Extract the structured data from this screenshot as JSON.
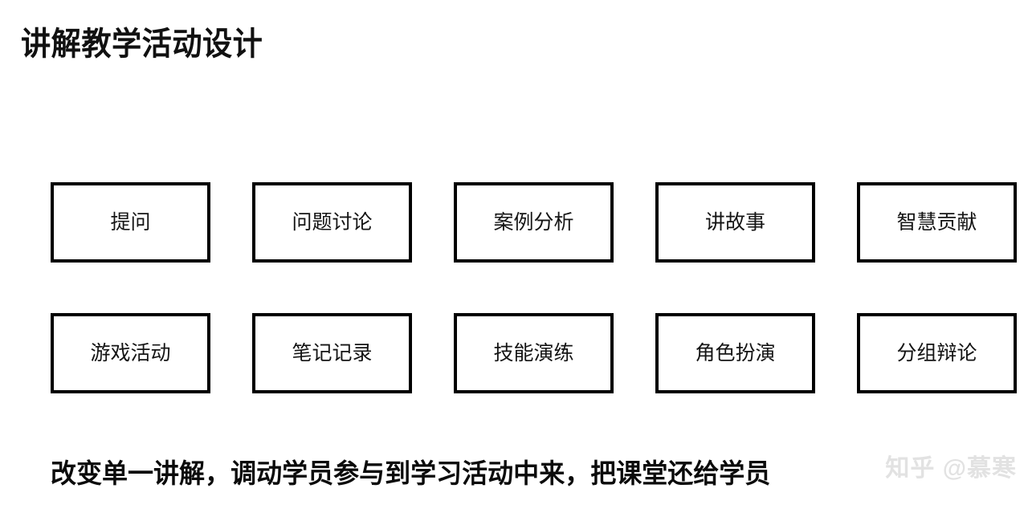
{
  "slide": {
    "background_color": "#ffffff",
    "title": "讲解教学活动设计",
    "caption": "改变单一讲解，调动学员参与到学习活动中来，把课堂还给学员",
    "watermark": "知乎 @慕寒",
    "box_border_color": "#000000",
    "text_color": "#111111",
    "watermark_color": "#e2e2e2"
  },
  "activities": {
    "rows": [
      {
        "boxes": [
          {
            "label": "提问"
          },
          {
            "label": "问题讨论"
          },
          {
            "label": "案例分析"
          },
          {
            "label": "讲故事"
          },
          {
            "label": "智慧贡献"
          }
        ]
      },
      {
        "boxes": [
          {
            "label": "游戏活动"
          },
          {
            "label": "笔记记录"
          },
          {
            "label": "技能演练"
          },
          {
            "label": "角色扮演"
          },
          {
            "label": "分组辩论"
          }
        ]
      }
    ]
  }
}
